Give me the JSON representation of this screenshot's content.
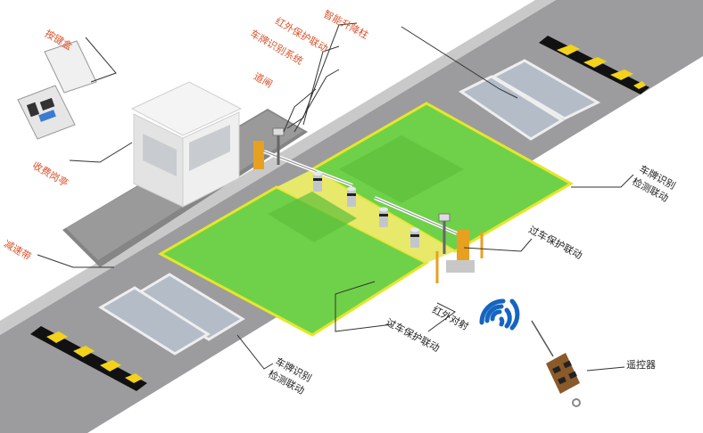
{
  "labels": {
    "keypad_box": "按键盒",
    "smart_bollard": "智能升降柱",
    "ir_link": "红外保护联动",
    "plate_system": "车牌识别系统",
    "barrier_gate": "道闸",
    "toll_booth": "收费岗亭",
    "speed_bump": "减速带",
    "plate_detect_right_1": "车牌识别",
    "plate_detect_right_2": "检测联动",
    "pass_protect_right": "过车保护联动",
    "ir_beam": "红外对射",
    "pass_protect_bottom": "过车保护联动",
    "plate_detect_bottom_1": "车牌识别",
    "plate_detect_bottom_2": "检测联动",
    "remote": "遥控器"
  },
  "colors": {
    "road": "#9c9c9e",
    "road_dark": "#8a8a8c",
    "island": "#d8d8d8",
    "green_zone": "#6fd14a",
    "green_border": "#e6e62a",
    "yellow_lane": "#e8e86a",
    "pad_fill": "#b4bcc8",
    "label_red": "#d9532c",
    "label_dark": "#222222",
    "wifi_blue": "#1565c0"
  }
}
